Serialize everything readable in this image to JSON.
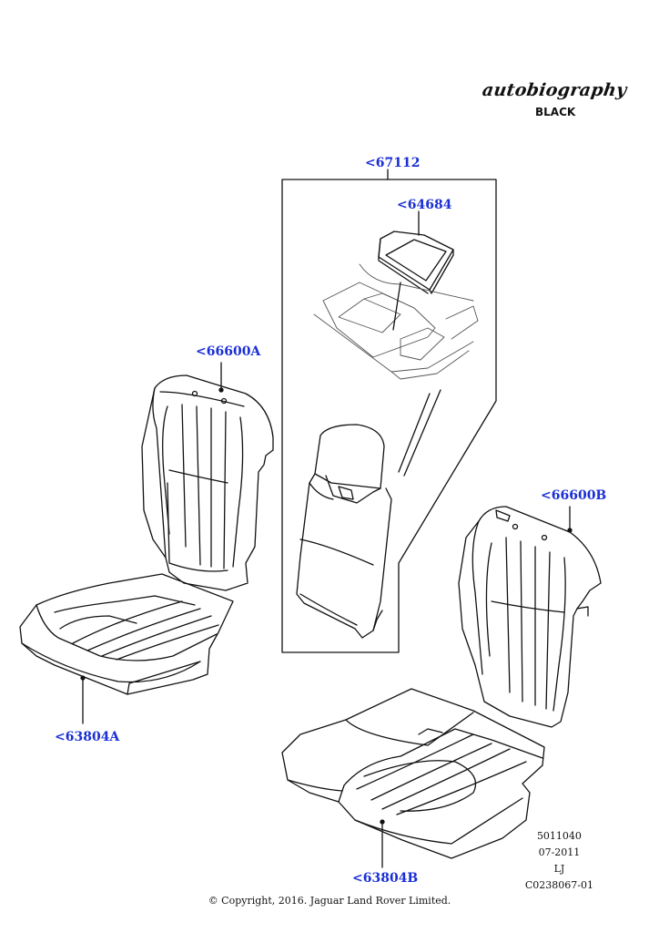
{
  "brand": {
    "script": "autobiography",
    "sub": "BLACK"
  },
  "callouts": {
    "box_group": "<67112",
    "tray": "<64684",
    "front_back_left": "<66600A",
    "front_back_right": "<66600B",
    "cushion_left": "<63804A",
    "cushion_right": "<63804B"
  },
  "reference": {
    "line1": "5011040",
    "line2": "07-2011",
    "line3": "LJ",
    "line4": "C0238067-01"
  },
  "footer": {
    "copyright": "© Copyright, 2016. Jaguar Land Rover Limited."
  }
}
